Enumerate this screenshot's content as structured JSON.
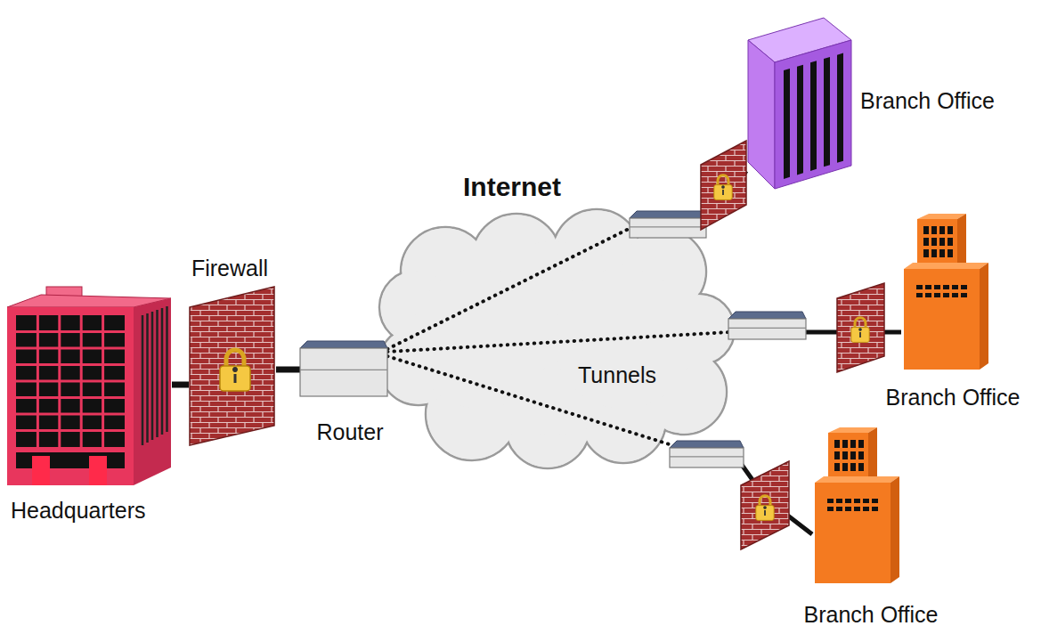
{
  "diagram": {
    "nodes": [
      {
        "text": [
          "Headquarters"
        ]
      },
      {
        "text": [
          "Firewall"
        ]
      },
      {
        "text": [
          "Router"
        ]
      },
      {
        "text": [
          "Internet",
          "Tunnels"
        ]
      },
      {
        "text": [
          "Branch Office"
        ]
      },
      {
        "text": [
          "Branch Office"
        ]
      },
      {
        "text": [
          "Branch Office"
        ]
      }
    ],
    "edges": [
      {
        "from": 0,
        "to": 1,
        "arrow": "none"
      },
      {
        "from": 1,
        "to": 2,
        "arrow": "none"
      },
      {
        "from": 2,
        "to": 4,
        "arrow": "none"
      },
      {
        "from": 2,
        "to": 5,
        "arrow": "none"
      },
      {
        "from": 2,
        "to": 6,
        "arrow": "none"
      }
    ]
  }
}
